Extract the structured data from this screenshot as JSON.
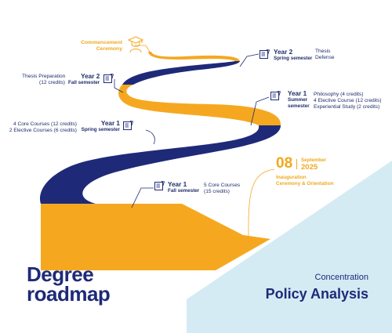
{
  "title": {
    "line1": "Degree",
    "line2": "roadmap"
  },
  "concentration": {
    "label": "Concentration",
    "name": "Policy Analysis"
  },
  "commencement": {
    "label_line1": "Commencement",
    "label_line2": "Ceremony",
    "icon": "graduate-icon"
  },
  "start": {
    "day": "08",
    "month": "September",
    "year": "2025",
    "event_line1": "Inauguration",
    "event_line2": "Ceremony & Orientation"
  },
  "milestones": {
    "y1_fall": {
      "year": "Year 1",
      "semester": "Fall semester",
      "details": [
        "5 Core Courses",
        "(15 credits)"
      ]
    },
    "y1_spring": {
      "year": "Year 1",
      "semester": "Spring semester",
      "details": [
        "4 Core Courses (12 credits)",
        "2 Elective Courses (6 credits)"
      ]
    },
    "y1_summer": {
      "year": "Year 1",
      "semester_line1": "Summer",
      "semester_line2": "semester",
      "details": [
        "Philosophy (4 credits)",
        "4 Elective Course (12 credits)",
        "Experiential Study (2 credits)"
      ]
    },
    "y2_fall": {
      "year": "Year 2",
      "semester": "Fall semester",
      "details": [
        "Thesis Preparation",
        "(12 credits)"
      ]
    },
    "y2_spring": {
      "year": "Year 2",
      "semester": "Spring semester",
      "details": [
        "Thesis",
        "Defense"
      ]
    }
  },
  "colors": {
    "navy": "#1e2a78",
    "orange": "#f5a81f",
    "light_blue": "#cfe9f3",
    "icon": "book-icon"
  }
}
